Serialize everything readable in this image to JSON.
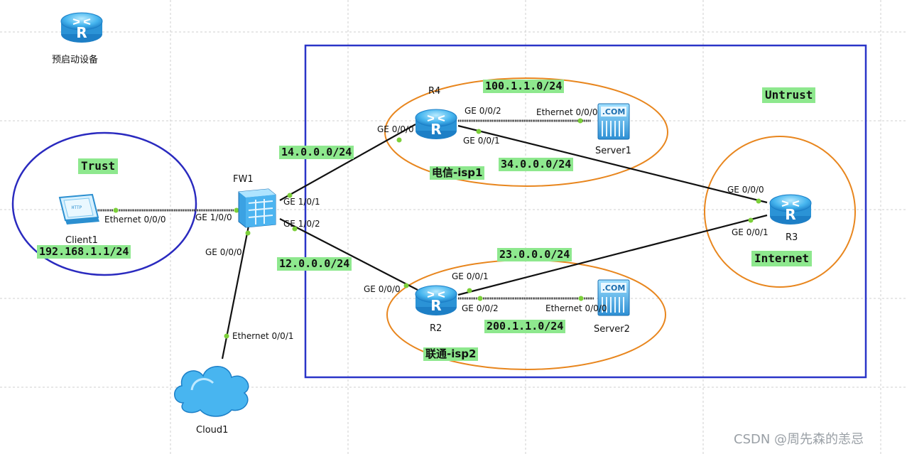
{
  "colors": {
    "grid": "#cfcfcf",
    "untrust_box": "#2a35c8",
    "trust_circle": "#2a2abf",
    "isp_ellipse": "#e8861e",
    "link": "#111111",
    "port_dot": "#7ccf3a",
    "label_bg": "#8ee88e"
  },
  "legend": {
    "label": "预启动设备"
  },
  "zones": {
    "trust": "Trust",
    "untrust": "Untrust",
    "internet": "Internet"
  },
  "isps": {
    "isp1": "电信-isp1",
    "isp2": "联通-isp2"
  },
  "networks": {
    "n100": "100.1.1.0/24",
    "n14": "14.0.0.0/24",
    "n34": "34.0.0.0/24",
    "n12": "12.0.0.0/24",
    "n23": "23.0.0.0/24",
    "n200": "200.1.1.0/24",
    "client_ip": "192.168.1.1/24"
  },
  "devices": {
    "r4": "R4",
    "r2": "R2",
    "r3": "R3",
    "fw1": "FW1",
    "client1": "Client1",
    "server1": "Server1",
    "server2": "Server2",
    "cloud1": "Cloud1"
  },
  "ports": {
    "r4_g000": "GE 0/0/0",
    "r4_g002": "GE 0/0/2",
    "r4_g001": "GE 0/0/1",
    "server1_eth": "Ethernet 0/0/0",
    "fw_g101": "GE 1/0/1",
    "fw_g100": "GE 1/0/0",
    "fw_g102": "GE 1/0/2",
    "fw_g000": "GE 0/0/0",
    "client_eth": "Ethernet 0/0/0",
    "cloud_eth": "Ethernet 0/0/1",
    "r2_g000": "GE 0/0/0",
    "r2_g001": "GE 0/0/1",
    "r2_g002": "GE 0/0/2",
    "server2_eth": "Ethernet 0/0/0",
    "r3_g000": "GE 0/0/0",
    "r3_g001": "GE 0/0/1"
  },
  "icons": {
    "router": "router-icon",
    "firewall": "firewall-icon",
    "server": "server-icon",
    "client": "client-pc-icon",
    "cloud": "cloud-icon"
  },
  "server_badge": ".COM",
  "watermark": "CSDN @周先森的恙忌"
}
